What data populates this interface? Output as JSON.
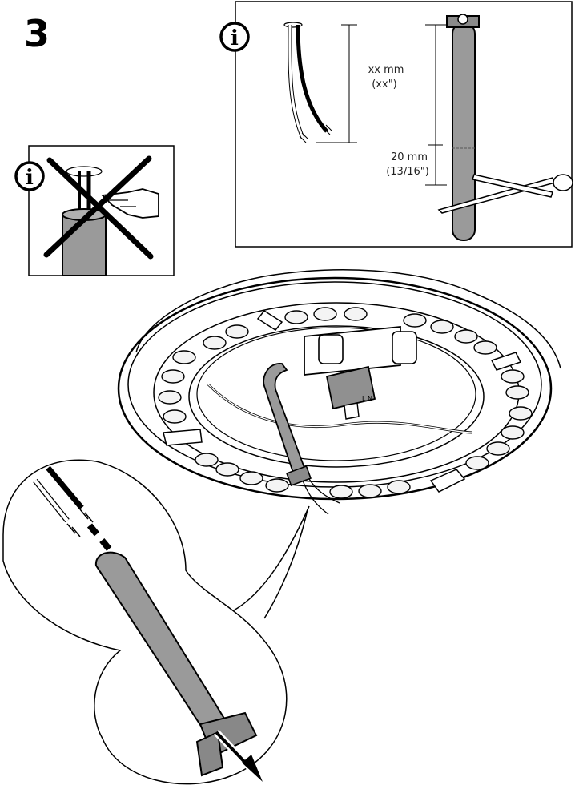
{
  "step_number": "3",
  "info_panel_right": {
    "info_glyph": "i",
    "wire_length_label": "xx mm",
    "wire_length_label_imperial": "(xx\")",
    "cut_length_label": "20 mm",
    "cut_length_label_imperial": "(13/16\")"
  },
  "info_panel_left": {
    "info_glyph": "i"
  },
  "icons": [
    "info-icon",
    "prohibited-cross",
    "scissors-icon",
    "hand-icon",
    "arrow-down-icon"
  ],
  "colors": {
    "line": "#000000",
    "sleeve_gray": "#9a9a9a",
    "sleeve_dark": "#707070",
    "cap_gray": "#888888",
    "dot_fill": "#f4f4f4"
  }
}
